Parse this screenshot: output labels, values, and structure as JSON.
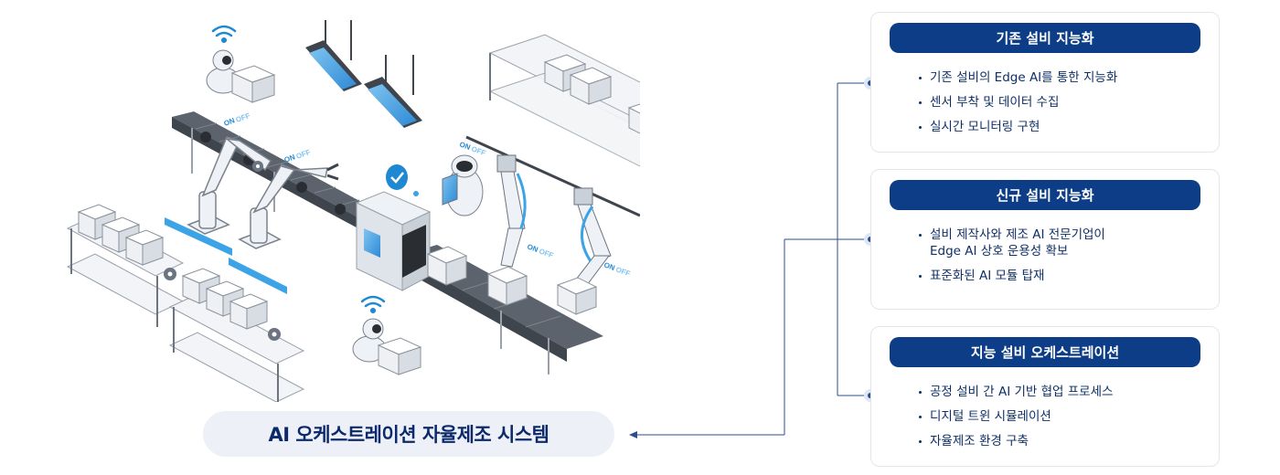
{
  "system_title": "AI 오케스트레이션 자율제조 시스템",
  "illustration_labels": {
    "on": "ON",
    "off": "OFF"
  },
  "panels": [
    {
      "title": "기존 설비 지능화",
      "items": [
        "기존 설비의 Edge AI를 통한 지능화",
        "센서 부착 및 데이터 수집",
        "실시간 모니터링 구현"
      ]
    },
    {
      "title": "신규 설비 지능화",
      "items": [
        "설비 제작사와 제조 AI 전문기업이\nEdge AI 상호 운용성 확보",
        "표준화된 AI 모듈 탑재"
      ]
    },
    {
      "title": "지능 설비 오케스트레이션",
      "items": [
        "공정 설비 간 AI 기반 협업 프로세스",
        "디지털 트윈 시뮬레이션",
        "자율제조 환경 구축"
      ]
    }
  ],
  "colors": {
    "navy": "#0d3d86",
    "connector": "#2b4e8c",
    "accent_blue": "#3ba3e6",
    "steel": "#6b7480"
  }
}
